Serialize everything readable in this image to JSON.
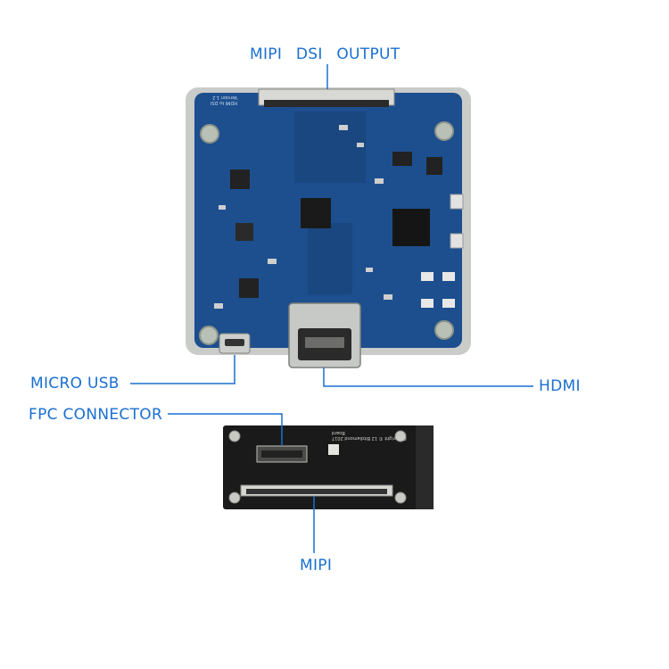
{
  "labels": {
    "mipi_dsi_output": "MIPI DSI OUTPUT",
    "micro_usb": "MICRO USB",
    "hdmi": "HDMI",
    "fpc_connector": "FPC CONNECTOR",
    "mipi": "MIPI"
  },
  "board_silkscreen": {
    "title": "HDMI to DSI",
    "version": "Version 1.2"
  },
  "adapter_silkscreen": {
    "line1": "Copyright © 12 Bitdiamond 2017",
    "line2": "Board"
  },
  "colors": {
    "label": "#1a6fd1",
    "callout_line": "#1a6fd1",
    "board": "#1d4f8f",
    "board_edge": "#c8cbc8",
    "adapter": "#1a1a1a"
  }
}
